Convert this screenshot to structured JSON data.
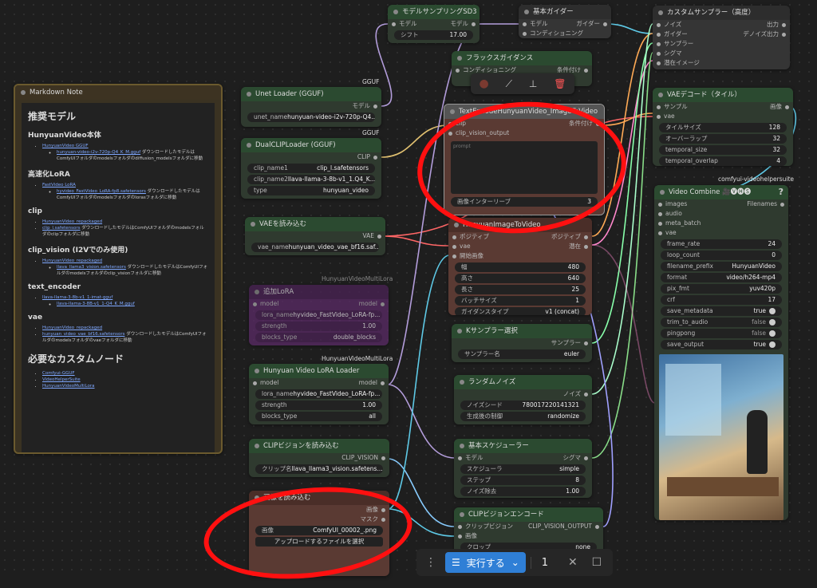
{
  "nodes": {
    "model_sampling": {
      "title": "モデルサンプリングSD3",
      "in_model": "モデル",
      "out_model": "モデル",
      "shift_label": "シフト",
      "shift_value": "17.00"
    },
    "basic_guider": {
      "title": "基本ガイダー",
      "in_model": "モデル",
      "in_cond": "コンディショニング",
      "out": "ガイダー"
    },
    "custom_sampler": {
      "title": "カスタムサンプラー（高度）",
      "in": [
        "ノイズ",
        "ガイダー",
        "サンプラー",
        "シグマ",
        "潜在イメージ"
      ],
      "out": [
        "出力",
        "デノイズ出力"
      ]
    },
    "flux_guidance": {
      "title": "フラックスガイダンス",
      "in": "コンディショニング",
      "out": "条件付け"
    },
    "unet_loader": {
      "title": "Unet Loader (GGUF)",
      "badge": "GGUF",
      "out": "モデル",
      "w_label": "unet_name",
      "w_value": "hunyuan-video-i2v-720p-Q4..."
    },
    "dualclip": {
      "title": "DualCLIPLoader (GGUF)",
      "badge": "GGUF",
      "out": "CLIP",
      "widgets": [
        {
          "label": "clip_name1",
          "value": "clip_l.safetensors"
        },
        {
          "label": "clip_name2",
          "value": "llava-llama-3-8b-v1_1.Q4_K..."
        },
        {
          "label": "type",
          "value": "hunyuan_video"
        }
      ]
    },
    "text_encoder": {
      "title": "TextEncodeHunyuanVideo_ImageToVideo",
      "in": [
        "clip",
        "clip_vision_output"
      ],
      "out": "条件付け",
      "placeholder": "prompt",
      "w_label": "画像インターリーブ",
      "w_value": "3"
    },
    "vae_load": {
      "title": "VAEを読み込む",
      "out": "VAE",
      "w_label": "vae_name",
      "w_value": "hunyuan_video_vae_bf16.saf..."
    },
    "lora_purple": {
      "title": "追加LoRA",
      "badge": "HunyuanVideoMultiLora",
      "in": "model",
      "out": "model",
      "widgets": [
        {
          "label": "lora_name",
          "value": "hyvideo_FastVideo_LoRA-fp..."
        },
        {
          "label": "strength",
          "value": "1.00"
        },
        {
          "label": "blocks_type",
          "value": "double_blocks"
        }
      ]
    },
    "hunyuan_i2v": {
      "title": "HunyuanImageToVideo",
      "in": [
        "ポジティブ",
        "vae",
        "開始画像"
      ],
      "out": [
        "ポジティブ",
        "潜在"
      ],
      "widgets": [
        {
          "label": "幅",
          "value": "480"
        },
        {
          "label": "高さ",
          "value": "640"
        },
        {
          "label": "長さ",
          "value": "25"
        },
        {
          "label": "バッチサイズ",
          "value": "1"
        },
        {
          "label": "ガイダンスタイプ",
          "value": "v1 (concat)"
        }
      ]
    },
    "vae_decode": {
      "title": "VAEデコード（タイル）",
      "in": [
        "サンプル",
        "vae"
      ],
      "out": "画像",
      "widgets": [
        {
          "label": "タイルサイズ",
          "value": "128"
        },
        {
          "label": "オーバーラップ",
          "value": "32"
        },
        {
          "label": "temporal_size",
          "value": "32"
        },
        {
          "label": "temporal_overlap",
          "value": "4"
        }
      ]
    },
    "video_combine": {
      "title": "Video Combine 🎥🅥🅗🅢",
      "badge": "comfyui-videohelpersuite",
      "help": "?",
      "in": [
        "images",
        "audio",
        "meta_batch",
        "vae"
      ],
      "out": "Filenames",
      "widgets": [
        {
          "label": "frame_rate",
          "value": "24"
        },
        {
          "label": "loop_count",
          "value": "0"
        },
        {
          "label": "filename_prefix",
          "value": "HunyuanVideo"
        },
        {
          "label": "format",
          "value": "video/h264-mp4"
        },
        {
          "label": "pix_fmt",
          "value": "yuv420p"
        },
        {
          "label": "crf",
          "value": "17"
        },
        {
          "label": "save_metadata",
          "value": "true"
        },
        {
          "label": "trim_to_audio",
          "value": "false"
        },
        {
          "label": "pingpong",
          "value": "false"
        },
        {
          "label": "save_output",
          "value": "true"
        }
      ]
    },
    "hunyuan_lora": {
      "title": "Hunyuan Video LoRA Loader",
      "badge": "HunyuanVideoMultiLora",
      "in": "model",
      "out": "model",
      "widgets": [
        {
          "label": "lora_name",
          "value": "hyvideo_FastVideo_LoRA-fp..."
        },
        {
          "label": "strength",
          "value": "1.00"
        },
        {
          "label": "blocks_type",
          "value": "all"
        }
      ]
    },
    "k_sampler_select": {
      "title": "Kサンプラー選択",
      "out": "サンプラー",
      "w_label": "サンプラー名",
      "w_value": "euler"
    },
    "random_noise": {
      "title": "ランダムノイズ",
      "out": "ノイズ",
      "widgets": [
        {
          "label": "ノイズシード",
          "value": "780017220141321"
        },
        {
          "label": "生成後の制御",
          "value": "randomize"
        }
      ]
    },
    "clip_vision_load": {
      "title": "CLIPビジョンを読み込む",
      "out": "CLIP_VISION",
      "w_label": "クリップ名",
      "w_value": "llava_llama3_vision.safetens..."
    },
    "basic_scheduler": {
      "title": "基本スケジューラー",
      "in": "モデル",
      "out": "シグマ",
      "widgets": [
        {
          "label": "スケジューラ",
          "value": "simple"
        },
        {
          "label": "ステップ",
          "value": "8"
        },
        {
          "label": "ノイズ除去",
          "value": "1.00"
        }
      ]
    },
    "load_image": {
      "title": "画像を読み込む",
      "out": [
        "画像",
        "マスク"
      ],
      "w_label": "画像",
      "w_value": "ComfyUI_00002_.png",
      "upload": "アップロードするファイルを選択"
    },
    "clip_vision_encode": {
      "title": "CLIPビジョンエンコード",
      "in": [
        "クリップビジョン",
        "画像"
      ],
      "out": "CLIP_VISION_OUTPUT",
      "w_label": "クロップ",
      "w_value": "none"
    }
  },
  "note": {
    "title": "Markdown Note",
    "h_main": "推奨モデル",
    "sections": [
      {
        "h": "HunyuanVideo本体",
        "items": [
          {
            "link": "HunyuanVideo GGUF"
          }
        ],
        "sub": [
          {
            "link": "hunyuan-video-i2v-720p-Q4_K_M.gguf",
            "text": " ダウンロードしたモデルはComfyUIフォルダのmodelsフォルダのdiffusion_modelsフォルダに移動"
          }
        ]
      },
      {
        "h": "高速化LoRA",
        "items": [
          {
            "link": "FastVideo LoRA"
          }
        ],
        "sub": [
          {
            "link": "hyvideo_FastVideo_LoRA-fp8.safetensors",
            "text": " ダウンロードしたモデルはComfyUIフォルダのmodelsフォルダのlorasフォルダに移動"
          }
        ]
      },
      {
        "h": "clip",
        "items": [
          {
            "link": "HunyuanVideo_repackaged"
          },
          {
            "link": "clip_l.safetensors",
            "text": " ダウンロードしたモデルはComfyUIフォルダのmodelsフォルダのclipフォルダに移動"
          }
        ],
        "sub": []
      },
      {
        "h": "clip_vision (I2Vでのみ使用)",
        "items": [
          {
            "link": "HunyuanVideo_repackaged"
          }
        ],
        "sub": [
          {
            "link": "llava_llama3_vision.safetensors",
            "text": " ダウンロードしたモデルはComfyUIフォルダのmodelsフォルダのclip_visionフォルダに移動"
          }
        ]
      },
      {
        "h": "text_encoder",
        "items": [
          {
            "link": "llava-llama-3-8b-v1_1-imat-gguf"
          }
        ],
        "sub": [
          {
            "link": "llava-llama-3-8B-v1_1-Q4_K_M.gguf"
          }
        ]
      },
      {
        "h": "vae",
        "items": [
          {
            "link": "HunyuanVideo_repackaged"
          },
          {
            "link": "hunyuan_video_vae_bf16.safetensors",
            "text": " ダウンロードしたモデルはComfyUIフォルダのmodelsフォルダのvaeフォルダに移動"
          }
        ],
        "sub": []
      }
    ],
    "h_custom": "必要なカスタムノード",
    "custom": [
      "Comfyui-GGUF",
      "VideoHelperSuite",
      "HunyuanVideoMultiLora"
    ]
  },
  "toolbar": {
    "color": "●",
    "icons": [
      "wand-icon",
      "pin-icon",
      "trash-icon"
    ]
  },
  "runbar": {
    "run_label": "実行する",
    "count": "1"
  },
  "colors": {
    "annotation": "#ff1010",
    "run": "#2f7fd6"
  }
}
